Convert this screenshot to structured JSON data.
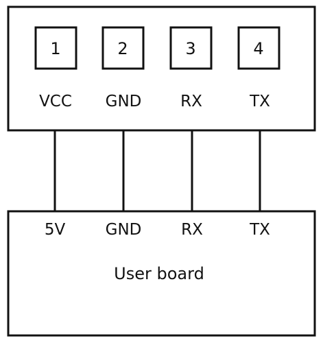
{
  "module": {
    "pins": [
      {
        "number": "1",
        "label": "VCC"
      },
      {
        "number": "2",
        "label": "GND"
      },
      {
        "number": "3",
        "label": "RX"
      },
      {
        "number": "4",
        "label": "TX"
      }
    ]
  },
  "user_board": {
    "title": "User board",
    "pins": [
      "5V",
      "GND",
      "RX",
      "TX"
    ]
  }
}
